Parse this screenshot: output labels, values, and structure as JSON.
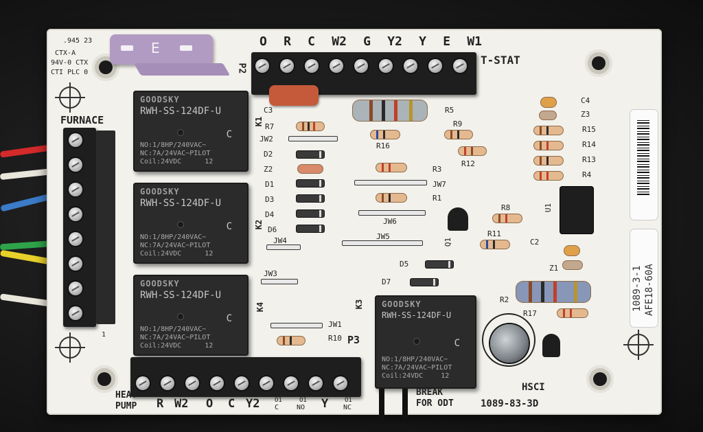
{
  "fuse": {
    "letter": "E"
  },
  "cert": {
    "line1": ".945 23",
    "line2": "CTX-A",
    "line3": "94V-0 CTX",
    "line4": "CTI PLC 0"
  },
  "tstat": {
    "label": "T-STAT",
    "terminals": [
      "O",
      "R",
      "C",
      "W2",
      "G",
      "Y2",
      "Y",
      "E",
      "W1"
    ]
  },
  "furnace": {
    "label": "FURNACE"
  },
  "heatpump": {
    "line1": "HEAT",
    "line2": "PUMP",
    "terminals": [
      "R",
      "W2",
      "O",
      "C",
      "Y2"
    ],
    "subs": [
      {
        "top": "O1",
        "bot": "C"
      },
      {
        "top": "O1",
        "bot": "NO"
      }
    ],
    "y": "Y",
    "nc": {
      "top": "O1",
      "bot": "NC"
    },
    "p3": "P3"
  },
  "relay": {
    "brand": "GOODSKY",
    "model": "RWH-SS-124DF-U",
    "spec1": "NO:1/8HP/240VAC~",
    "spec2": "NC:7A/24VAC~PILOT",
    "spec3": "Coil:24VDC",
    "spec3b": "12",
    "c": "C"
  },
  "refs": {
    "k1": "K1",
    "k2": "K2",
    "k3": "K3",
    "k4": "K4",
    "c3": "C3",
    "c2": "C2",
    "c4": "C4",
    "p2": "P2",
    "p1": "1",
    "r1": "R1",
    "r2": "R2",
    "r3": "R3",
    "r4": "R4",
    "r5": "R5",
    "r7": "R7",
    "r8": "R8",
    "r9": "R9",
    "r10": "R10",
    "r11": "R11",
    "r12": "R12",
    "r13": "R13",
    "r14": "R14",
    "r15": "R15",
    "r16": "R16",
    "r17": "R17",
    "d1": "D1",
    "d2": "D2",
    "d3": "D3",
    "d4": "D4",
    "d5": "D5",
    "d6": "D6",
    "d7": "D7",
    "z1": "Z1",
    "z2": "Z2",
    "z3": "Z3",
    "jw1": "JW1",
    "jw2": "JW2",
    "jw3": "JW3",
    "jw4": "JW4",
    "jw5": "JW5",
    "jw6": "JW6",
    "jw7": "JW7",
    "u1": "U1",
    "q1": "Q1"
  },
  "hsci": "HSCI",
  "break_line1": "BREAK",
  "break_line2": "FOR ODT",
  "board_code": "1089-83-3D",
  "sticker": {
    "line1": "1089-3-1",
    "line2": "AFE18-60A"
  },
  "colors": {
    "pcb": "#f2f1ec",
    "relay": "#2b2b2b",
    "fuse": "#b29bc3",
    "wire_red": "#d42a2a",
    "wire_white": "#e9e6dc",
    "wire_blue": "#3b7bc8",
    "wire_green": "#2ea44a",
    "wire_yellow": "#e8d02a"
  }
}
